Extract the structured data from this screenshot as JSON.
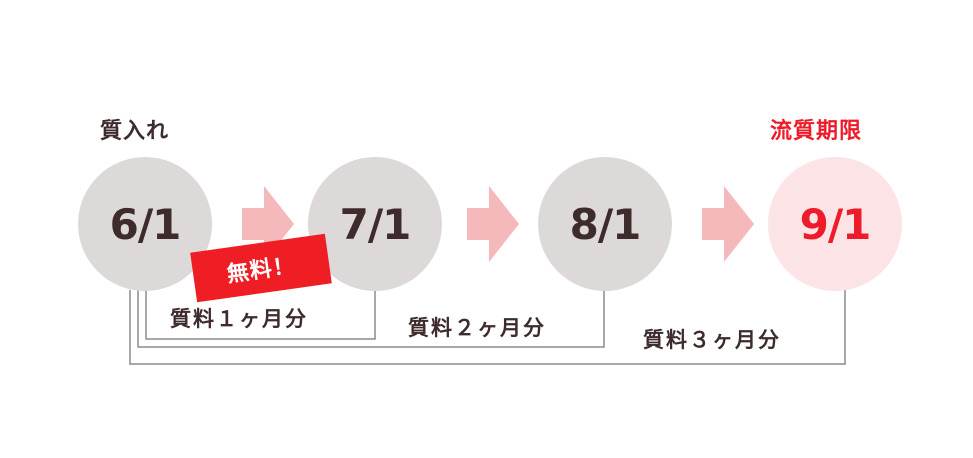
{
  "labels": {
    "pawn_in": "質入れ",
    "expiry": "流質期限"
  },
  "nodes": [
    {
      "date": "6/1"
    },
    {
      "date": "7/1"
    },
    {
      "date": "8/1"
    },
    {
      "date": "9/1"
    }
  ],
  "fees": {
    "one_month": "質料１ヶ月分",
    "two_months": "質料２ヶ月分",
    "three_months": "質料３ヶ月分"
  },
  "badge": {
    "free": "無料！"
  },
  "colors": {
    "circle_gray": "#ddd9d9",
    "circle_pink": "#fce3e5",
    "text_dark": "#3e2b2b",
    "accent_red": "#ee1b2a",
    "arrow_pink": "#f5b8bb",
    "line_gray": "#8b8b8b",
    "badge_red": "#ef1d24"
  }
}
